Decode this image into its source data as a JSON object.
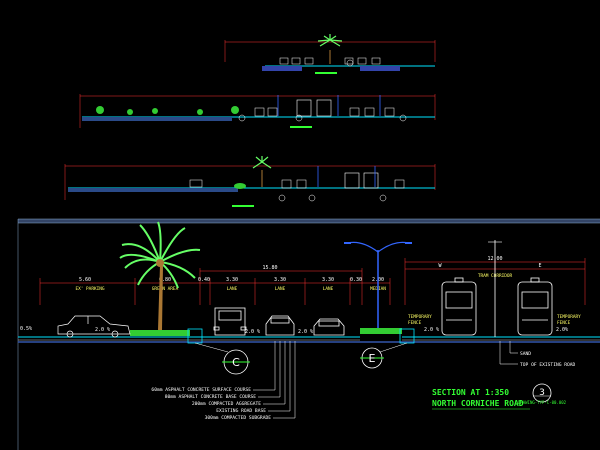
{
  "drawing": {
    "title_line1": "SECTION AT 1:350",
    "title_line2": "NORTH CORNICHE ROAD",
    "sheet_number": "3",
    "sheet_code": "DRAWING-TYP-C-00.002"
  },
  "dimensions": {
    "parking_width": "5.60",
    "green_width": "6.80",
    "d1": "0.40",
    "lane_a": "3.30",
    "overall": "15.80",
    "lane_b": "3.30",
    "lane_c": "3.30",
    "d2": "0.30",
    "median": "2.00",
    "tram_total": "12.00",
    "tram_w1": "W",
    "tram_w2": "E"
  },
  "zones": {
    "parking": "EX' PARKING",
    "green": "GREEN AREA",
    "lane1": "LANE",
    "lane2": "LANE",
    "lane3": "LANE",
    "median": "MEDIAN",
    "tram": "TRAM CORRIDOR"
  },
  "slopes": {
    "s1": "0.5%",
    "s2": "2.0 %",
    "s3": "2.0 %",
    "s4": "2.0 %",
    "s5": "2.0 %",
    "s6": "2.0%"
  },
  "fences": {
    "left": [
      "TEMPORARY",
      "FENCE"
    ],
    "right": [
      "TEMPORARY",
      "FENCE"
    ]
  },
  "callouts": {
    "c": "C",
    "e": "E",
    "sand": "SAND",
    "top_existing": "TOP OF EXISTING ROAD"
  },
  "layers": [
    "60mm ASPHALT CONCRETE SURFACE COURSE",
    "80mm ASPHALT CONCRETE BASE COURSE",
    "200mm COMPACTED AGGREGATE",
    "EXISTING ROAD BASE",
    "300mm COMPACTED SUBGRADE"
  ],
  "colors": {
    "background": "#000000",
    "grass": "#33cc33",
    "vehicle": "#ffffff",
    "accent_cyan": "#00e5ff",
    "dim_red": "#ff3333",
    "title_green": "#33ff33",
    "lamp_blue": "#3366ff",
    "tree_green": "#66ff66"
  }
}
